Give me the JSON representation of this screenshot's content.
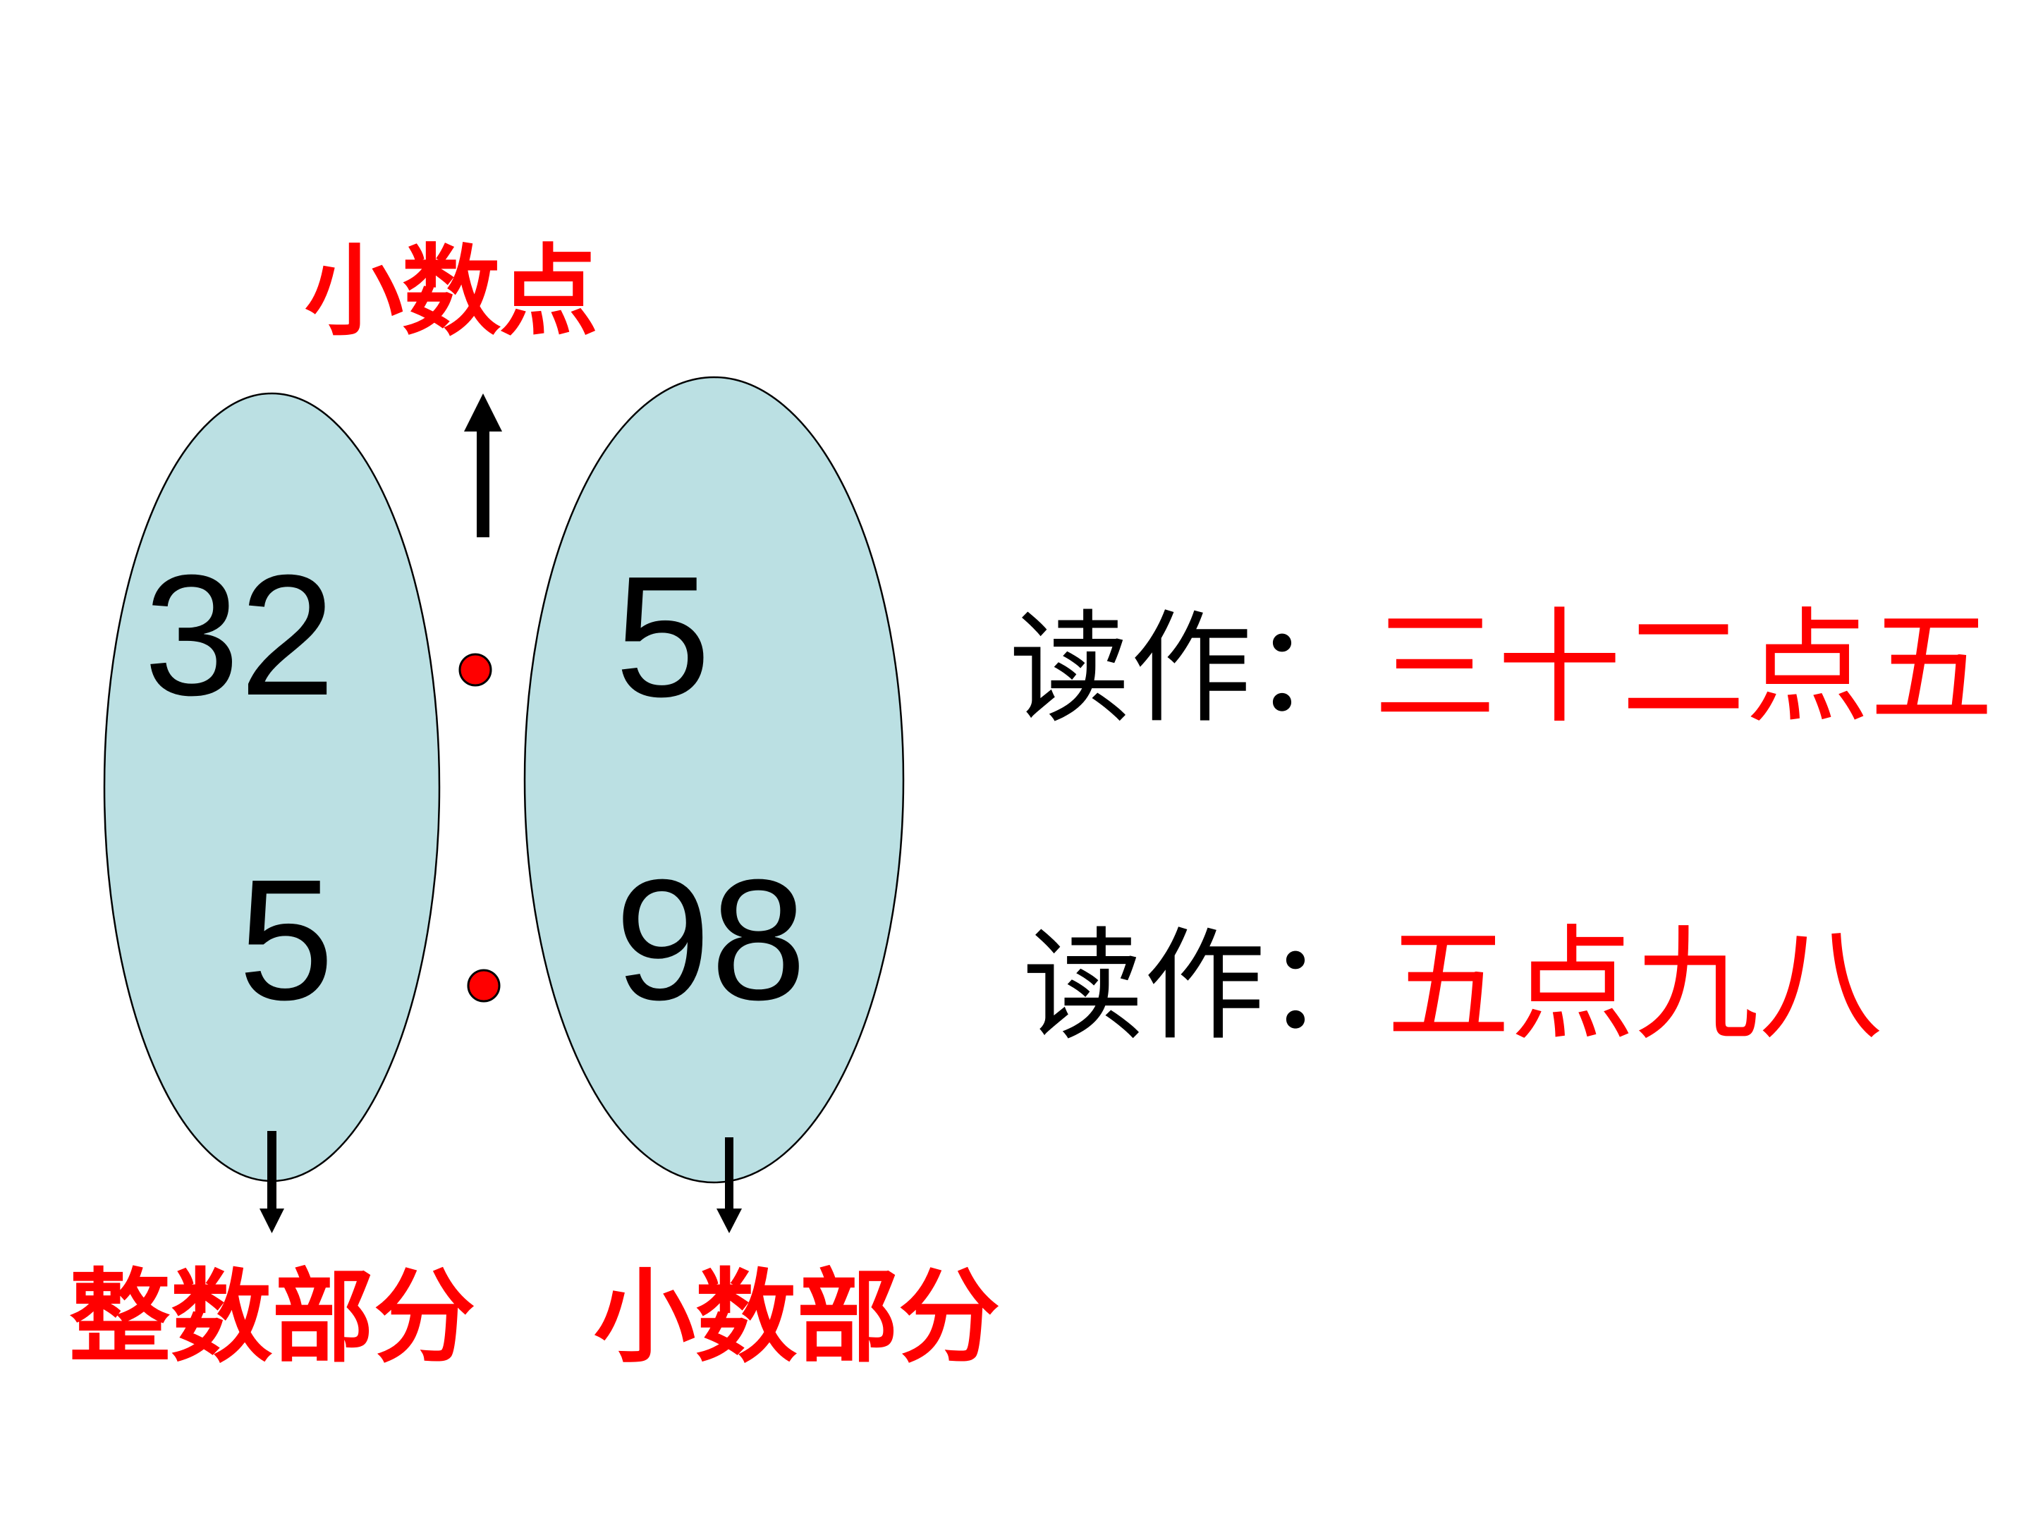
{
  "colors": {
    "ellipse_fill": "#BBE0E3",
    "ellipse_stroke": "#000000",
    "accent_red": "#FF0000",
    "text_black": "#000000"
  },
  "top_label": "小数点",
  "numbers": {
    "row1": {
      "integer_part": "32",
      "decimal_part": "5"
    },
    "row2": {
      "integer_part": "5",
      "decimal_part": "98"
    }
  },
  "bottom_labels": {
    "integer_part": "整数部分",
    "decimal_part": "小数部分"
  },
  "readings": [
    {
      "prefix": "读作：",
      "value": "三十二点五"
    },
    {
      "prefix": "读作：",
      "value": "五点九八"
    }
  ],
  "icons": {
    "up_arrow": "arrow-up-icon",
    "down_arrow": "arrow-down-icon",
    "decimal_point": "red-dot-icon"
  }
}
